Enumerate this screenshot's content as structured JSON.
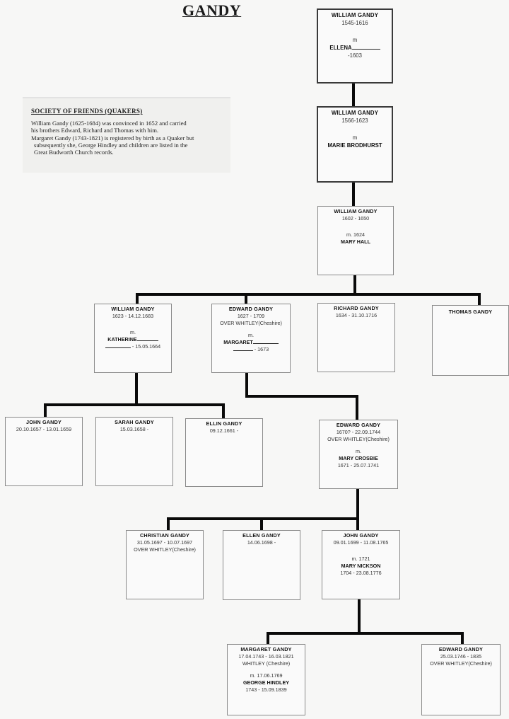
{
  "title": "GANDY",
  "note": {
    "heading": "SOCIETY OF FRIENDS (QUAKERS)",
    "lines": [
      "William Gandy (1625-1684) was convinced in 1652 and carried",
      "his brothers Edward, Richard and Thomas with him.",
      "Margaret Gandy (1743-1821) is registered by birth as a Quaker but",
      "subsequently she, George Hindley and children are listed in the",
      "Great Budworth Church records."
    ]
  },
  "people": {
    "gen1": {
      "name": "WILLIAM GANDY",
      "dates": "1545-1616",
      "marriage": "m",
      "spouse": "ELLENA",
      "spouse_dates": "-1603"
    },
    "gen2": {
      "name": "WILLIAM GANDY",
      "dates": "1566-1623",
      "marriage": "m",
      "spouse": "MARIE BRODHURST"
    },
    "gen3": {
      "name": "WILLIAM GANDY",
      "dates": "1602 - 1650",
      "marriage": "m. 1624",
      "spouse": "MARY HALL"
    },
    "gen4": [
      {
        "name": "WILLIAM GANDY",
        "dates": "1623 - 14.12.1683",
        "marriage": "m.",
        "spouse": "KATHERINE",
        "spouse_dates": "- 15.05.1664"
      },
      {
        "name": "EDWARD GANDY",
        "dates": "1627 - 1709",
        "place": "OVER WHITLEY(Cheshire)",
        "marriage": "m.",
        "spouse": "MARGARET",
        "spouse_dates": "- 1673"
      },
      {
        "name": "RICHARD GANDY",
        "dates": "1634 - 31.10.1716"
      },
      {
        "name": "THOMAS GANDY"
      }
    ],
    "gen5_william": [
      {
        "name": "JOHN GANDY",
        "dates": "20.10.1657 - 13.01.1659"
      },
      {
        "name": "SARAH GANDY",
        "dates": "15.03.1658 -"
      },
      {
        "name": "ELLIN GANDY",
        "dates": "09.12.1661 -"
      }
    ],
    "gen5_edward": {
      "name": "EDWARD GANDY",
      "dates": "1670? - 22.09.1744",
      "place": "OVER WHITLEY(Cheshire)",
      "marriage": "m.",
      "spouse": "MARY CROSBIE",
      "spouse_dates": "1671 - 25.07.1741"
    },
    "gen6": [
      {
        "name": "CHRISTIAN GANDY",
        "dates": "31.05.1697 - 10.07.1697",
        "place": "OVER WHITLEY(Cheshire)"
      },
      {
        "name": "ELLEN GANDY",
        "dates": "14.06.1698 -"
      },
      {
        "name": "JOHN GANDY",
        "dates": "09.01.1699 - 11.08.1765",
        "marriage": "m. 1721",
        "spouse": "MARY NICKSON",
        "spouse_dates": "1704 - 23.08.1776"
      }
    ],
    "gen7": [
      {
        "name": "MARGARET GANDY",
        "dates": "17.04.1743 - 16.03.1821",
        "place": "WHITLEY (Cheshire)",
        "marriage": "m. 17.06.1769",
        "spouse": "GEORGE HINDLEY",
        "spouse_dates": "1743 - 15.09.1839"
      },
      {
        "name": "EDWARD GANDY",
        "dates": "25.03.1746 - 1835",
        "place": "OVER WHITLEY(Cheshire)"
      }
    ]
  }
}
